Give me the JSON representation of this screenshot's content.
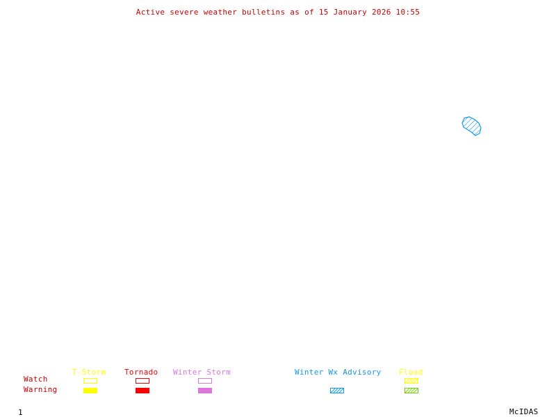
{
  "title": "Active severe weather bulletins as of 15 January 2026 10:55",
  "colors": {
    "title": "#cc0000",
    "rowlabel": "#cc0000",
    "tstorm": "#ffff00",
    "tornado": "#ff0000",
    "winter_storm": "#dd77dd",
    "winter_wx_advisory": "#1199ee",
    "flood_watch": "#ffff00",
    "flood_warning": "#77cc11",
    "footer": "#000000"
  },
  "legend": {
    "rows": {
      "watch": "Watch",
      "warning": "Warning"
    },
    "columns": [
      {
        "key": "tstorm",
        "label": "T-Storm",
        "watch": "outline",
        "warning": "filled"
      },
      {
        "key": "tornado",
        "label": "Tornado",
        "watch": "outline",
        "warning": "filled"
      },
      {
        "key": "winter_storm",
        "label": "Winter Storm",
        "watch": "outline",
        "warning": "filled"
      },
      {
        "key": "winter_wx_advisory",
        "label": "Winter Wx Advisory",
        "watch": null,
        "warning": "hatched"
      },
      {
        "key": "flood",
        "label": "Flood",
        "watch": "hatched",
        "warning": "hatched"
      }
    ]
  },
  "map": {
    "areas": [
      {
        "type": "Winter Wx Advisory",
        "style": "hatched",
        "color": "#1199ee"
      }
    ]
  },
  "footer": {
    "frame_number": "1",
    "software": "McIDAS"
  }
}
